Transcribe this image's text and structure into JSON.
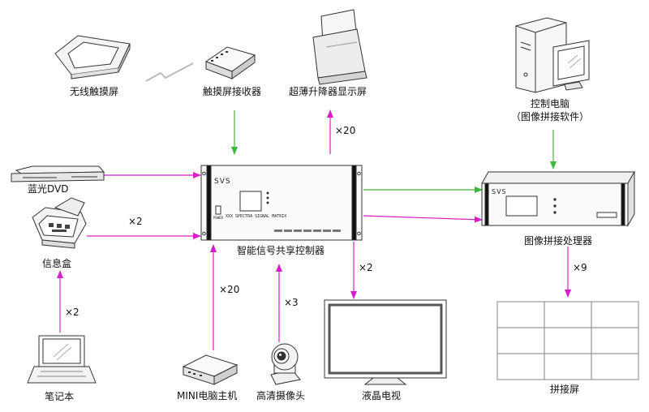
{
  "devices": {
    "wireless_touch": {
      "label": "无线触摸屏"
    },
    "touch_receiver": {
      "label": "触摸屏接收器"
    },
    "ultrathin_display": {
      "label": "超薄升降器显示屏"
    },
    "control_pc": {
      "label_line1": "控制电脑",
      "label_line2": "（图像拼接软件）"
    },
    "bluray": {
      "label": "蓝光DVD"
    },
    "info_box": {
      "label": "信息盒"
    },
    "laptop": {
      "label": "笔记本"
    },
    "matrix": {
      "label": "智能信号共享控制器",
      "brand": "SVS",
      "model_text": "XXX SPECTRA SIGNAL MATRIX",
      "button_label": "POWER"
    },
    "splicer": {
      "label": "图像拼接处理器",
      "brand": "SVS"
    },
    "mini_pc": {
      "label": "MINI电脑主机"
    },
    "hd_camera": {
      "label": "高清摄像头"
    },
    "lcd_tv": {
      "label": "液晶电视"
    },
    "video_wall": {
      "label": "拼接屏"
    }
  },
  "multipliers": {
    "display_count": "×20",
    "infobox_count": "×2",
    "laptop_count": "×2",
    "minipc_count": "×20",
    "camera_count": "×3",
    "tv_count": "×2",
    "wall_count": "×9"
  },
  "colors": {
    "magenta_link": "#d81ec8",
    "green_link": "#3cb83c",
    "device_stroke": "#333333"
  }
}
